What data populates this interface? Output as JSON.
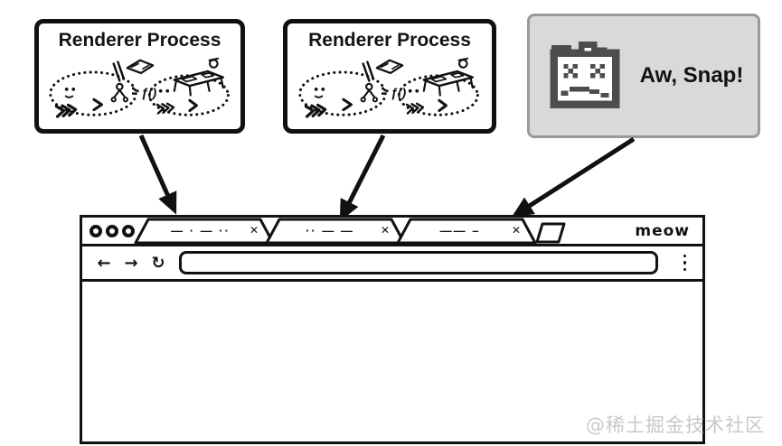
{
  "diagram": {
    "renderer_box_1": {
      "title": "Renderer Process"
    },
    "renderer_box_2": {
      "title": "Renderer Process"
    },
    "crash_box": {
      "label": "Aw, Snap!"
    }
  },
  "browser": {
    "brand": "meow",
    "tabs": [
      {
        "title_squiggle": "— · — ··",
        "close_icon": "✕"
      },
      {
        "title_squiggle": "·· — —",
        "close_icon": "✕"
      },
      {
        "title_squiggle": "—— –",
        "close_icon": "✕"
      }
    ],
    "toolbar": {
      "back_icon": "←",
      "forward_icon": "→",
      "reload_icon": "↻",
      "address_value": "",
      "address_placeholder": ""
    }
  },
  "watermark": "@稀土掘金技术社区",
  "colors": {
    "ink": "#111111",
    "crash_box_bg": "#d9d9d9",
    "crash_box_border": "#9a9a9a",
    "crash_icon": "#4d4d4d",
    "watermark_gray": "#c8c8c8"
  }
}
